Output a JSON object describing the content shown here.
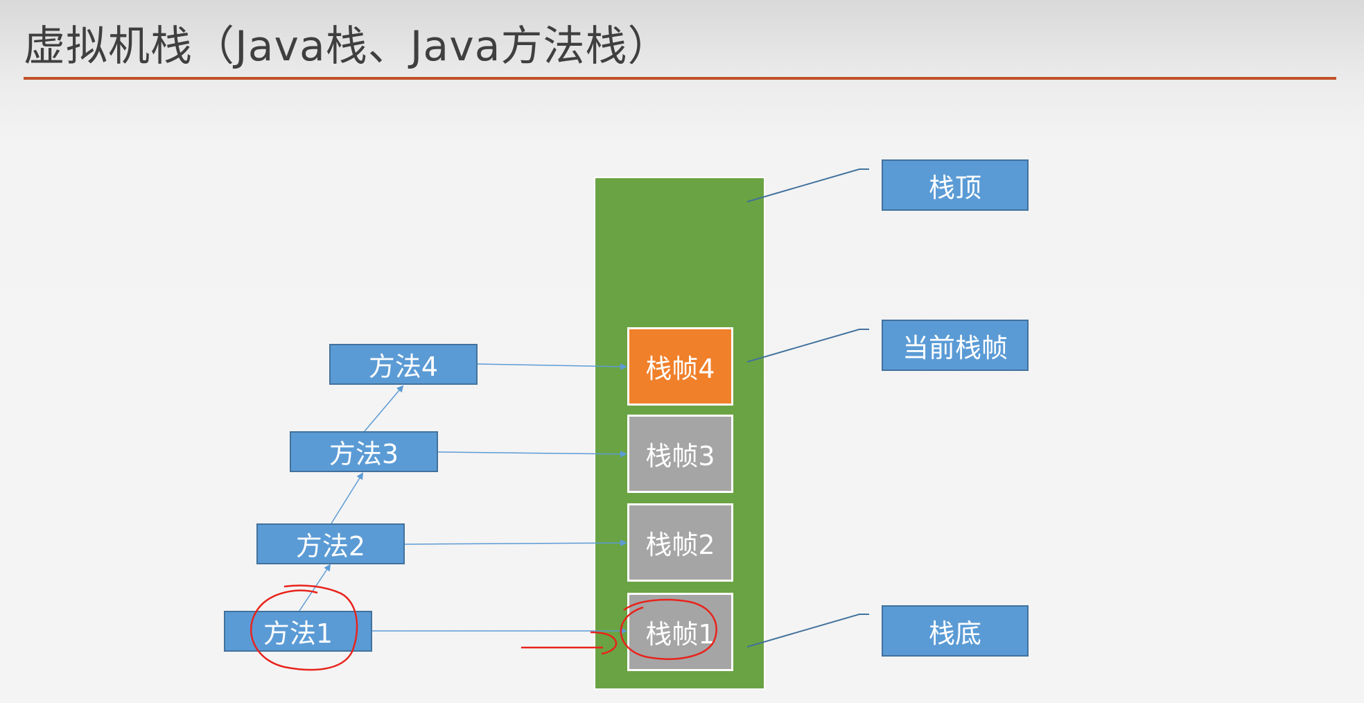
{
  "slide": {
    "title": "虚拟机栈（Java栈、Java方法栈）"
  },
  "methods": [
    {
      "label": "方法1"
    },
    {
      "label": "方法2"
    },
    {
      "label": "方法3"
    },
    {
      "label": "方法4"
    }
  ],
  "frames": [
    {
      "label": "栈帧1",
      "state": "normal"
    },
    {
      "label": "栈帧2",
      "state": "normal"
    },
    {
      "label": "栈帧3",
      "state": "normal"
    },
    {
      "label": "栈帧4",
      "state": "current"
    }
  ],
  "callouts": {
    "top": "栈顶",
    "current": "当前栈帧",
    "bottom": "栈底"
  },
  "colors": {
    "title_rule": "#c24f2a",
    "stack": "#6aa343",
    "method_box": "#5b9bd5",
    "frame": "#a5a5a5",
    "current_frame": "#f0802a",
    "annotation": "#e8231c"
  }
}
